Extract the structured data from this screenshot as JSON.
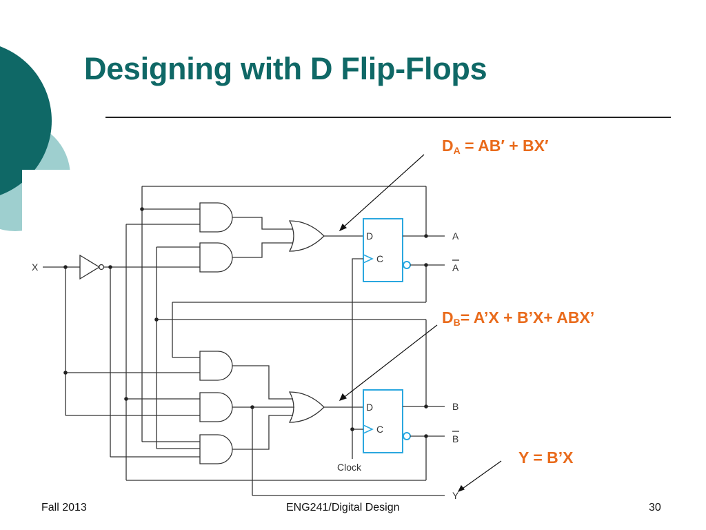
{
  "slide": {
    "title": "Designing with D Flip-Flops",
    "footer_left": "Fall 2013",
    "footer_center": "ENG241/Digital Design",
    "footer_right": "30"
  },
  "equations": {
    "da_main": "D",
    "da_sub": "A",
    "da_rest": " = AB′ + BX′",
    "db_main": "D",
    "db_sub": "B",
    "db_rest": "= A’X + B’X+ ABX’",
    "y": "Y = B’X"
  },
  "circuit": {
    "input_x": "X",
    "ff_d_label": "D",
    "ff_c_label": "C",
    "out_a": "A",
    "out_a_bar": "A",
    "out_b": "B",
    "out_b_bar": "B",
    "out_y": "Y",
    "clock": "Clock"
  },
  "colors": {
    "teal_dark": "#0f6866",
    "teal_light": "#9ecfcf",
    "accent_orange": "#e96b1c",
    "flipflop_blue": "#2aa7df"
  }
}
